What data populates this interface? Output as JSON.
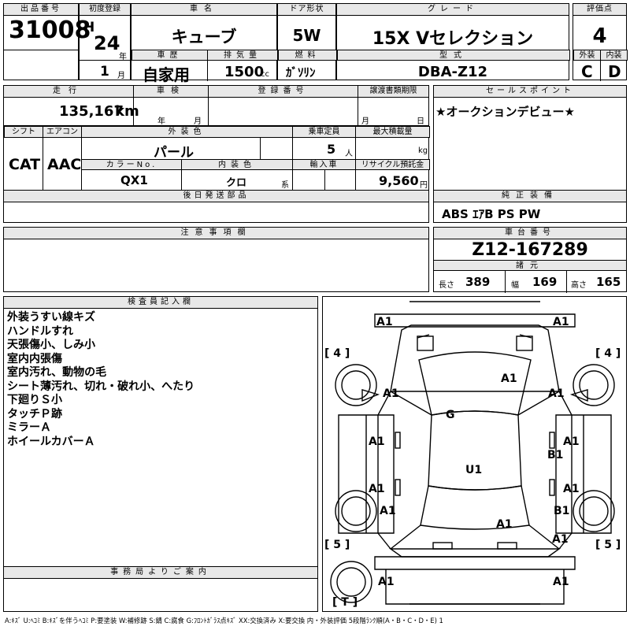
{
  "header": {
    "lot_label": "出品番号",
    "lot_number": "31008",
    "first_reg_label": "初度登録",
    "era": "H",
    "year": "24",
    "year_unit": "年",
    "month": "1",
    "month_unit": "月",
    "name_label": "車名",
    "car_name": "キューブ",
    "history_label": "車歴",
    "history": "自家用",
    "displacement_label": "排気量",
    "displacement": "1500",
    "displacement_unit": "cc",
    "door_label": "ドア形状",
    "door": "5W",
    "fuel_label": "燃料",
    "fuel": "ｶﾞｿﾘﾝ",
    "grade_label": "グレード",
    "grade": "15X Vセレクション",
    "model_label": "型式",
    "model": "DBA-Z12",
    "score_label": "評価点",
    "score": "4",
    "ext_label": "外装",
    "ext_grade": "C",
    "int_label": "内装",
    "int_grade": "D"
  },
  "row2": {
    "mileage_label": "走行",
    "mileage": "135,167",
    "mileage_unit": "km",
    "inspection_label": "車検",
    "inspection_year_unit": "年",
    "inspection_month_unit": "月",
    "reg_label": "登録番号",
    "transfer_label": "譲渡書類期限",
    "transfer_month_unit": "月",
    "transfer_day_unit": "日",
    "sales_label": "セールスポイント",
    "sales_text": "★オークションデビュー★"
  },
  "row3": {
    "shift_label": "シフト",
    "shift": "CAT",
    "ac_label": "エアコン",
    "ac": "AAC",
    "color_label": "外装色",
    "color": "パール",
    "color_no_label": "カラーNo.",
    "color_no": "QX1",
    "interior_color_label": "内装色",
    "interior_color": "クロ",
    "interior_color_unit": "系",
    "seats_label": "乗車定員",
    "seats": "5",
    "seats_unit": "人",
    "max_load_label": "最大積載量",
    "max_load_unit": "kg",
    "import_label": "輸入車",
    "recycle_label": "リサイクル預託金",
    "recycle": "9,560",
    "recycle_unit": "円"
  },
  "later_parts_label": "後日発送部品",
  "equipment_label": "純正装備",
  "equipment": "ABS ｴｱB PS PW",
  "caution_label": "注意事項欄",
  "chassis_label": "車台番号",
  "chassis": "Z12-167289",
  "specs_label": "諸元",
  "length_label": "長さ",
  "length": "389",
  "width_label": "幅",
  "width": "169",
  "height_label": "高さ",
  "height": "165",
  "inspector_label": "検査員記入欄",
  "inspector_notes": [
    "外装うすい線キズ",
    "ハンドルすれ",
    "天張傷小、しみ小",
    "室内内張傷",
    "室内汚れ、動物の毛",
    "シート薄汚れ、切れ・破れ小、へたり",
    "下廻りＳ小",
    "タッチＰ跡",
    "ミラーＡ",
    "ホイールカバーＡ"
  ],
  "office_label": "事務局よりご案内",
  "diagram": {
    "marks": [
      "A1",
      "A1",
      "A1",
      "A1",
      "A1",
      "G",
      "A1",
      "A1",
      "B1",
      "U1",
      "A1",
      "A1",
      "A1",
      "B1",
      "A1",
      "A1",
      "A1",
      "A1"
    ],
    "tyres": [
      "[ 4 ]",
      "[ 4 ]",
      "[ 5 ]",
      "[ 5 ]",
      "[ T ]"
    ]
  },
  "legend": "A:ｷｽﾞ U:ﾍｺﾐ B:ｷｽﾞを伴うﾍｺﾐ P:要塗装 W:補修跡 S:錆 C:腐食 G:ﾌﾛﾝﾄｶﾞﾗｽ点ｷｽﾞ XX:交換済み X:要交換 内・外装評価 5段階ﾗﾝｸ順(A・B・C・D・E) 1"
}
